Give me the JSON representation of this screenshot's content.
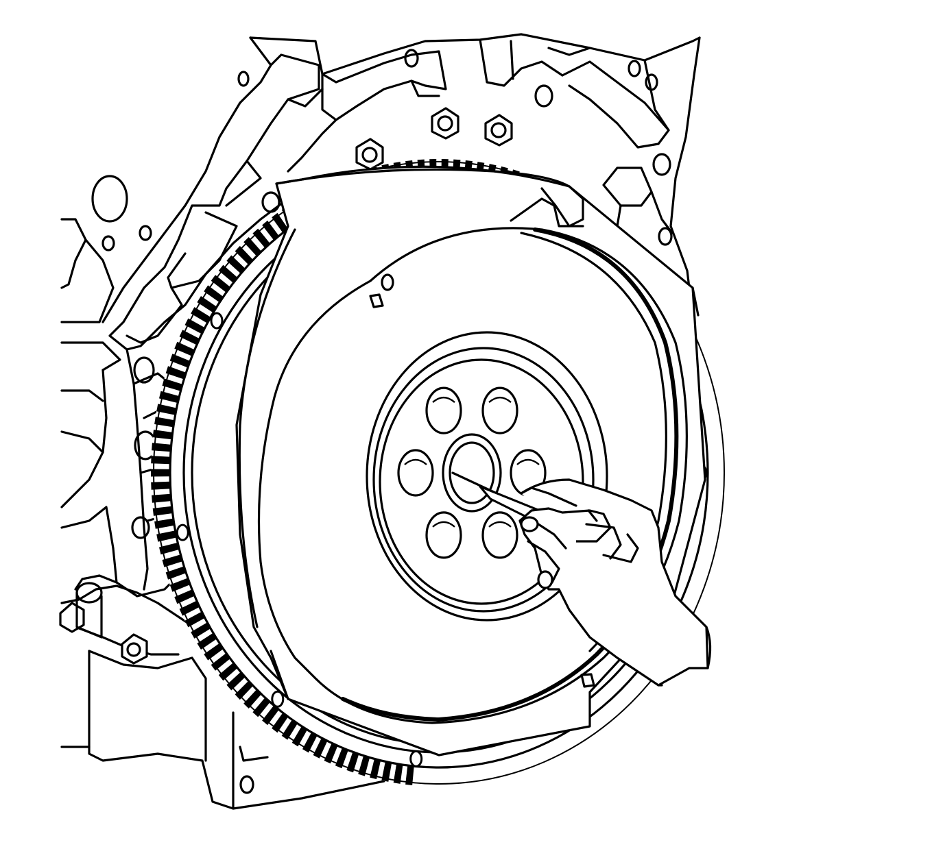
{
  "figure": {
    "subject": "flywheel-on-engine-block-with-hand-holding-pick-tool",
    "style": "black-line-art",
    "colors": {
      "ink": "#000000",
      "background": "#ffffff"
    },
    "ring_gear_tooth_count": 150,
    "center_bolt_hole_count": 6,
    "outer_flange_hole_count": 8
  }
}
